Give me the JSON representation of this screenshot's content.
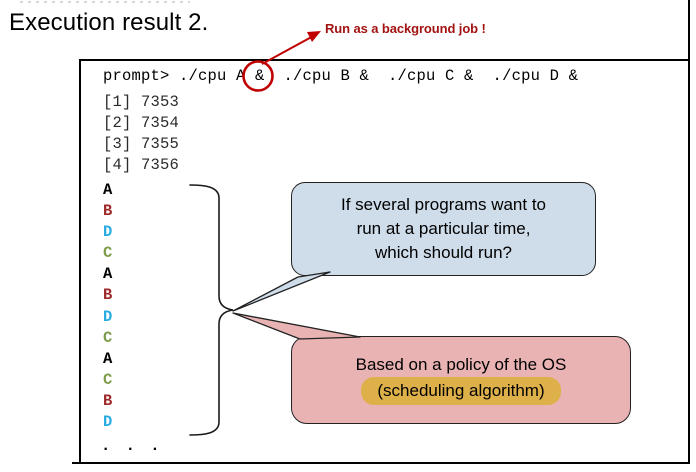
{
  "slide": {
    "title": "Execution result 2.",
    "callout_label": "Run as a background job !"
  },
  "terminal": {
    "command_line": "prompt> ./cpu A &  ./cpu B &  ./cpu C &  ./cpu D &",
    "job_lines": "[1] 7353\n[2] 7354\n[3] 7355\n[4] 7356",
    "jobs": [
      {
        "job": "[1]",
        "pid": "7353"
      },
      {
        "job": "[2]",
        "pid": "7354"
      },
      {
        "job": "[3]",
        "pid": "7355"
      },
      {
        "job": "[4]",
        "pid": "7356"
      }
    ],
    "output_sequence": [
      {
        "letter": "A",
        "color": "#000000"
      },
      {
        "letter": "B",
        "color": "#9e2a2a"
      },
      {
        "letter": "D",
        "color": "#29abe2"
      },
      {
        "letter": "C",
        "color": "#7d9c4a"
      },
      {
        "letter": "A",
        "color": "#000000"
      },
      {
        "letter": "B",
        "color": "#9e2a2a"
      },
      {
        "letter": "D",
        "color": "#29abe2"
      },
      {
        "letter": "C",
        "color": "#7d9c4a"
      },
      {
        "letter": "A",
        "color": "#000000"
      },
      {
        "letter": "C",
        "color": "#7d9c4a"
      },
      {
        "letter": "B",
        "color": "#9e2a2a"
      },
      {
        "letter": "D",
        "color": "#29abe2"
      }
    ],
    "ellipsis": ". . ."
  },
  "bubbles": {
    "question": {
      "line1": "If several programs want to",
      "line2": "run at a particular time,",
      "line3": "which should run?",
      "fill": "#cfdcea"
    },
    "answer": {
      "line1": "Based on a policy of the OS",
      "highlight": "(scheduling algorithm)",
      "fill": "#e9b3b3",
      "highlight_fill": "#deb04a"
    }
  },
  "colors": {
    "callout_red": "#a31313",
    "process_a": "#000000",
    "process_b": "#9e2a2a",
    "process_c": "#7d9c4a",
    "process_d": "#29abe2"
  }
}
